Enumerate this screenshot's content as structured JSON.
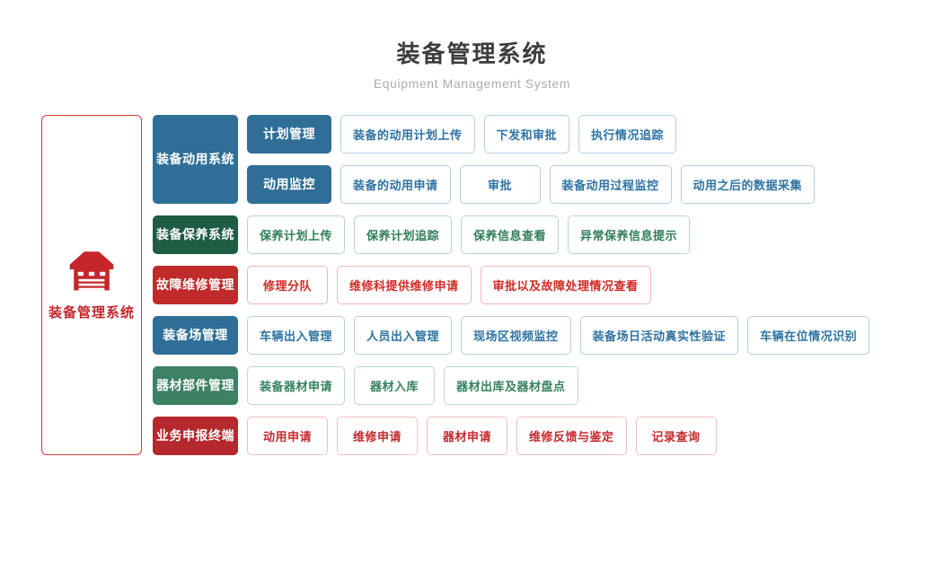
{
  "header": {
    "title": "装备管理系统",
    "subtitle": "Equipment Management System"
  },
  "sidebar": {
    "icon": "garage-icon",
    "label": "装备管理系统"
  },
  "colors": {
    "blue": "#2f6e96",
    "blue_leaf_text": "#2e73a3",
    "blue_leaf_border": "#b5cfe3",
    "dark_green": "#1f5c44",
    "green_leaf_text": "#2f7d58",
    "green_leaf_border": "#b7d6c6",
    "red": "#c02a2a",
    "red_leaf_text": "#d02b26",
    "red_leaf_border": "#f0b5b5",
    "green": "#3d8164",
    "dark_red": "#b5292e",
    "accent_red": "#c5262c",
    "title_text": "#3d3d3d",
    "subtitle_text": "#aaadb0"
  },
  "groups": [
    {
      "name": "装备动用系统",
      "theme": "blue",
      "branches": [
        {
          "label": "计划管理",
          "items": [
            "装备的动用计划上传",
            "下发和审批",
            "执行情况追踪"
          ]
        },
        {
          "label": "动用监控",
          "items": [
            "装备的动用申请",
            "审批",
            "装备动用过程监控",
            "动用之后的数据采集"
          ]
        }
      ]
    },
    {
      "name": "装备保养系统",
      "theme": "dark-green",
      "items": [
        "保养计划上传",
        "保养计划追踪",
        "保养信息查看",
        "异常保养信息提示"
      ]
    },
    {
      "name": "故障维修管理",
      "theme": "red",
      "items": [
        "修理分队",
        "维修科提供维修申请",
        "审批以及故障处理情况查看"
      ]
    },
    {
      "name": "装备场管理",
      "theme": "blue",
      "items": [
        "车辆出入管理",
        "人员出入管理",
        "现场区视频监控",
        "装备场日活动真实性验证",
        "车辆在位情况识别"
      ]
    },
    {
      "name": "器材部件管理",
      "theme": "green",
      "items": [
        "装备器材申请",
        "器材入库",
        "器材出库及器材盘点"
      ]
    },
    {
      "name": "业务申报终端",
      "theme": "dark-red",
      "items": [
        "动用申请",
        "维修申请",
        "器材申请",
        "维修反馈与鉴定",
        "记录查询"
      ]
    }
  ]
}
